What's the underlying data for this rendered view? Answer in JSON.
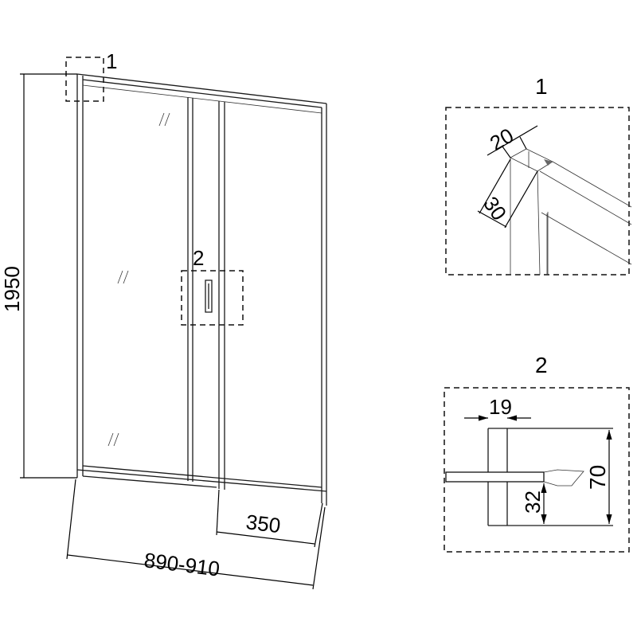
{
  "main_view": {
    "height_dimension": "1950",
    "width_dimension": "890-910",
    "opening_dimension": "350",
    "detail_marker_1": "1",
    "detail_marker_2": "2"
  },
  "detail_1": {
    "title": "1",
    "profile_width": "20",
    "profile_depth": "30"
  },
  "detail_2": {
    "title": "2",
    "handle_width": "19",
    "handle_height": "70",
    "seal_offset": "32"
  }
}
